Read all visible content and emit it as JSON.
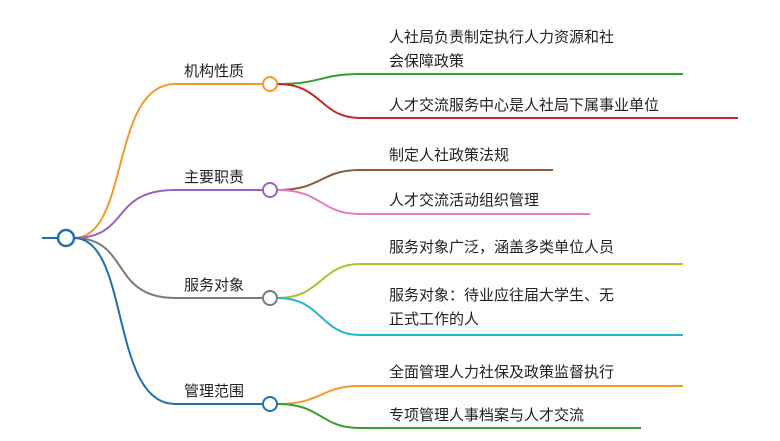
{
  "mindmap": {
    "branches": [
      {
        "label": "机构性质",
        "color": "#f39a2b",
        "leaves": [
          {
            "lines": [
              "人社局负责制定执行人力资源和社",
              "会保障政策"
            ],
            "color": "#33a02c"
          },
          {
            "lines": [
              "人才交流服务中心是人社局下属事业单位"
            ],
            "color": "#c8272e"
          }
        ]
      },
      {
        "label": "主要职责",
        "color": "#9b62c2",
        "leaves": [
          {
            "lines": [
              "制定人社政策法规"
            ],
            "color": "#8d5a3a"
          },
          {
            "lines": [
              "人才交流活动组织管理"
            ],
            "color": "#e57ac6"
          }
        ]
      },
      {
        "label": "服务对象",
        "color": "#7a7a7a",
        "leaves": [
          {
            "lines": [
              "服务对象广泛，涵盖多类单位人员"
            ],
            "color": "#b5bd2b"
          },
          {
            "lines": [
              "服务对象：待业应往届大学生、无",
              "正式工作的人"
            ],
            "color": "#23b8c9"
          }
        ]
      },
      {
        "label": "管理范围",
        "color": "#1f6fb2",
        "leaves": [
          {
            "lines": [
              "全面管理人力社保及政策监督执行"
            ],
            "color": "#f39a2b"
          },
          {
            "lines": [
              "专项管理人事档案与人才交流"
            ],
            "color": "#33a02c"
          }
        ]
      }
    ]
  }
}
